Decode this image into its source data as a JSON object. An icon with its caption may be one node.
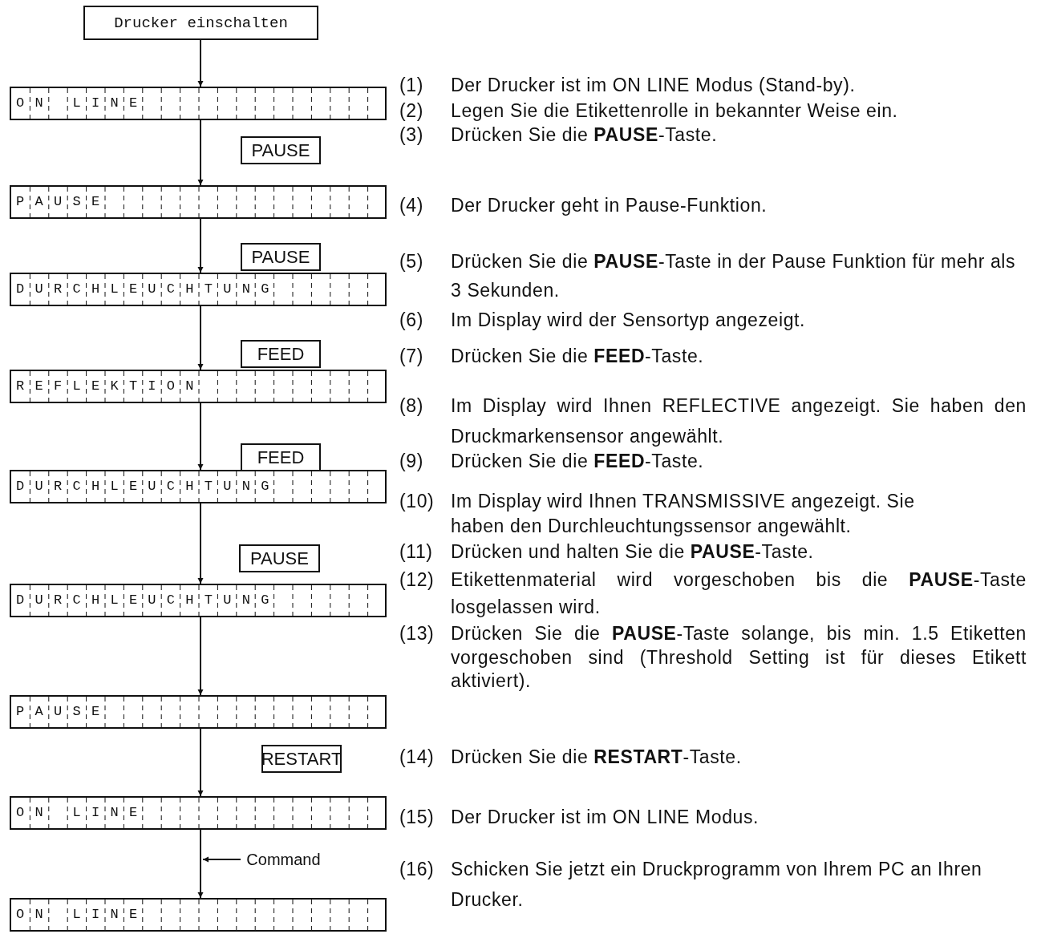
{
  "diagram": {
    "nodes": [
      {
        "text": [
          "Drucker einschalten"
        ]
      },
      {
        "text": [
          "ON LINE"
        ]
      },
      {
        "text": [
          "PAUSE"
        ]
      },
      {
        "text": [
          "PAUSE"
        ]
      },
      {
        "text": [
          "PAUSE"
        ]
      },
      {
        "text": [
          "DURCHLEUCHTUNG"
        ]
      },
      {
        "text": [
          "FEED"
        ]
      },
      {
        "text": [
          "REFLEKTION"
        ]
      },
      {
        "text": [
          "FEED"
        ]
      },
      {
        "text": [
          "DURCHLEUCHTUNG"
        ]
      },
      {
        "text": [
          "PAUSE"
        ]
      },
      {
        "text": [
          "DURCHLEUCHTUNG"
        ]
      },
      {
        "text": [
          "PAUSE"
        ]
      },
      {
        "text": [
          "RESTART"
        ]
      },
      {
        "text": [
          "ON LINE"
        ]
      },
      {
        "text": [
          "Command"
        ]
      },
      {
        "text": [
          "ON LINE"
        ]
      }
    ],
    "edges": [
      {
        "from": 0,
        "to": 1,
        "arrow": "to"
      },
      {
        "from": 1,
        "to": 3,
        "arrow": "to"
      },
      {
        "from": 3,
        "to": 5,
        "arrow": "to"
      },
      {
        "from": 5,
        "to": 7,
        "arrow": "to"
      },
      {
        "from": 7,
        "to": 9,
        "arrow": "to"
      },
      {
        "from": 9,
        "to": 11,
        "arrow": "to"
      },
      {
        "from": 11,
        "to": 12,
        "arrow": "to"
      },
      {
        "from": 12,
        "to": 14,
        "arrow": "to"
      },
      {
        "from": 14,
        "to": 16,
        "arrow": "to"
      },
      {
        "from": 15,
        "to": null,
        "arrow": "to"
      }
    ],
    "labels": [
      "(1)",
      "Der Drucker ist im ON LINE Modus (Stand-by).",
      "(2)",
      "Legen Sie die Etikettenrolle in bekannter Weise ein.",
      "(3)",
      "Drücken Sie die **PAUSE**-Taste.",
      "(4)",
      "Der Drucker geht in Pause-Funktion.",
      "(5)",
      "Drücken Sie die **PAUSE**-Taste in der Pause Funktion für mehr als 3 Sekunden.",
      "(6)",
      "Im Display wird der Sensortyp angezeigt.",
      "(7)",
      "Drücken Sie die **FEED**-Taste.",
      "(8)",
      "Im Display wird Ihnen REFLECTIVE angezeigt. Sie haben den Druckmarkensensor angewählt.",
      "(9)",
      "Drücken Sie die **FEED**-Taste.",
      "(10)",
      "Im Display wird Ihnen TRANSMISSIVE angezeigt. Sie haben den Durchleuchtungssensor angewählt.",
      "(11)",
      "Drücken und halten Sie die **PAUSE**-Taste.",
      "(12)",
      "Etikettenmaterial wird vorgeschoben bis die **PAUSE**-Taste losgelassen wird.",
      "(13)",
      "Drücken Sie die **PAUSE**-Taste solange, bis min. 1.5 Etiketten vorgeschoben sind (Threshold Setting ist für dieses Etikett aktiviert).",
      "(14)",
      "Drücken Sie die **RESTART**-Taste.",
      "(15)",
      "Der Drucker ist im ON LINE Modus.",
      "(16)",
      "Schicken Sie jetzt ein Druckprogramm von Ihrem PC an Ihren Drucker."
    ]
  }
}
